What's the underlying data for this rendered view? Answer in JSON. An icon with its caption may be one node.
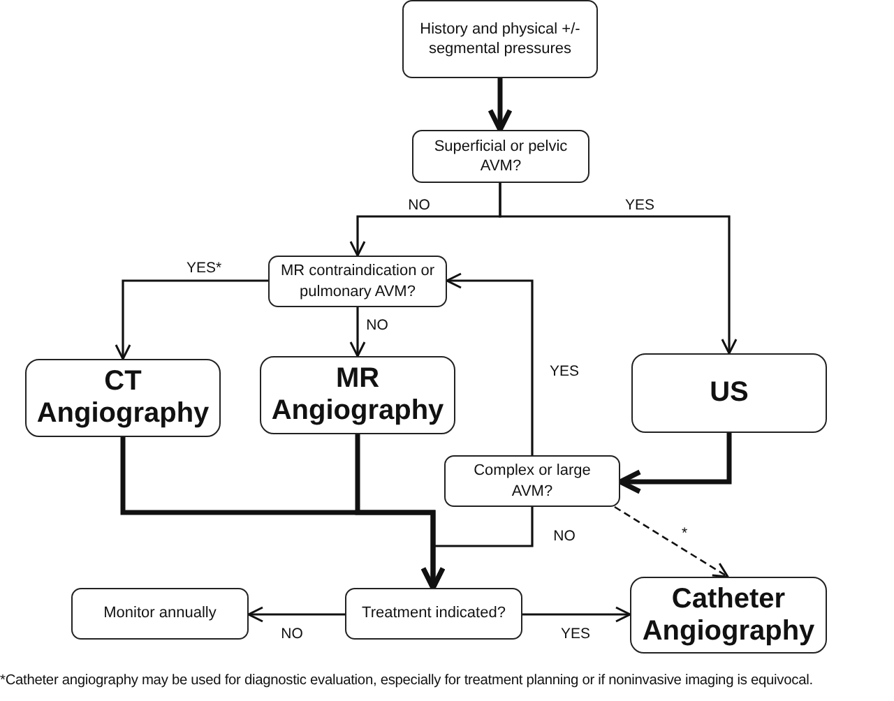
{
  "diagram": {
    "nodes": [
      {
        "text": [
          "History and physical +/- segmental pressures"
        ]
      },
      {
        "text": [
          "Superficial or pelvic AVM?"
        ]
      },
      {
        "text": [
          "MR contraindication or pulmonary AVM?"
        ]
      },
      {
        "text": [
          "CT Angiography"
        ]
      },
      {
        "text": [
          "MR Angiography"
        ]
      },
      {
        "text": [
          "US"
        ]
      },
      {
        "text": [
          "Complex or large AVM?"
        ]
      },
      {
        "text": [
          "Monitor annually"
        ]
      },
      {
        "text": [
          "Treatment indicated?"
        ]
      },
      {
        "text": [
          "Catheter Angiography"
        ]
      }
    ],
    "edges": [
      {
        "from": 0,
        "to": 1,
        "arrow": "to",
        "style": "thick"
      },
      {
        "from": 1,
        "to": 2,
        "arrow": "to",
        "label": "NO"
      },
      {
        "from": 1,
        "to": 5,
        "arrow": "to",
        "label": "YES"
      },
      {
        "from": 2,
        "to": 3,
        "arrow": "to",
        "label": "YES*"
      },
      {
        "from": 2,
        "to": 4,
        "arrow": "to",
        "label": "NO"
      },
      {
        "from": 3,
        "to": 8,
        "arrow": "to",
        "style": "thick"
      },
      {
        "from": 4,
        "to": 8,
        "arrow": "to",
        "style": "thick"
      },
      {
        "from": 5,
        "to": 6,
        "arrow": "to",
        "style": "thick"
      },
      {
        "from": 6,
        "to": 2,
        "arrow": "to",
        "label": "YES"
      },
      {
        "from": 6,
        "to": 8,
        "arrow": "to",
        "label": "NO"
      },
      {
        "from": 6,
        "to": 9,
        "arrow": "to",
        "style": "dashed",
        "label": "*"
      },
      {
        "from": 8,
        "to": 7,
        "arrow": "to",
        "label": "NO"
      },
      {
        "from": 8,
        "to": 9,
        "arrow": "to",
        "label": "YES"
      }
    ],
    "caption": "*Catheter angiography may be used for diagnostic evaluation, especially for treatment planning or if noninvasive imaging is equivocal."
  }
}
